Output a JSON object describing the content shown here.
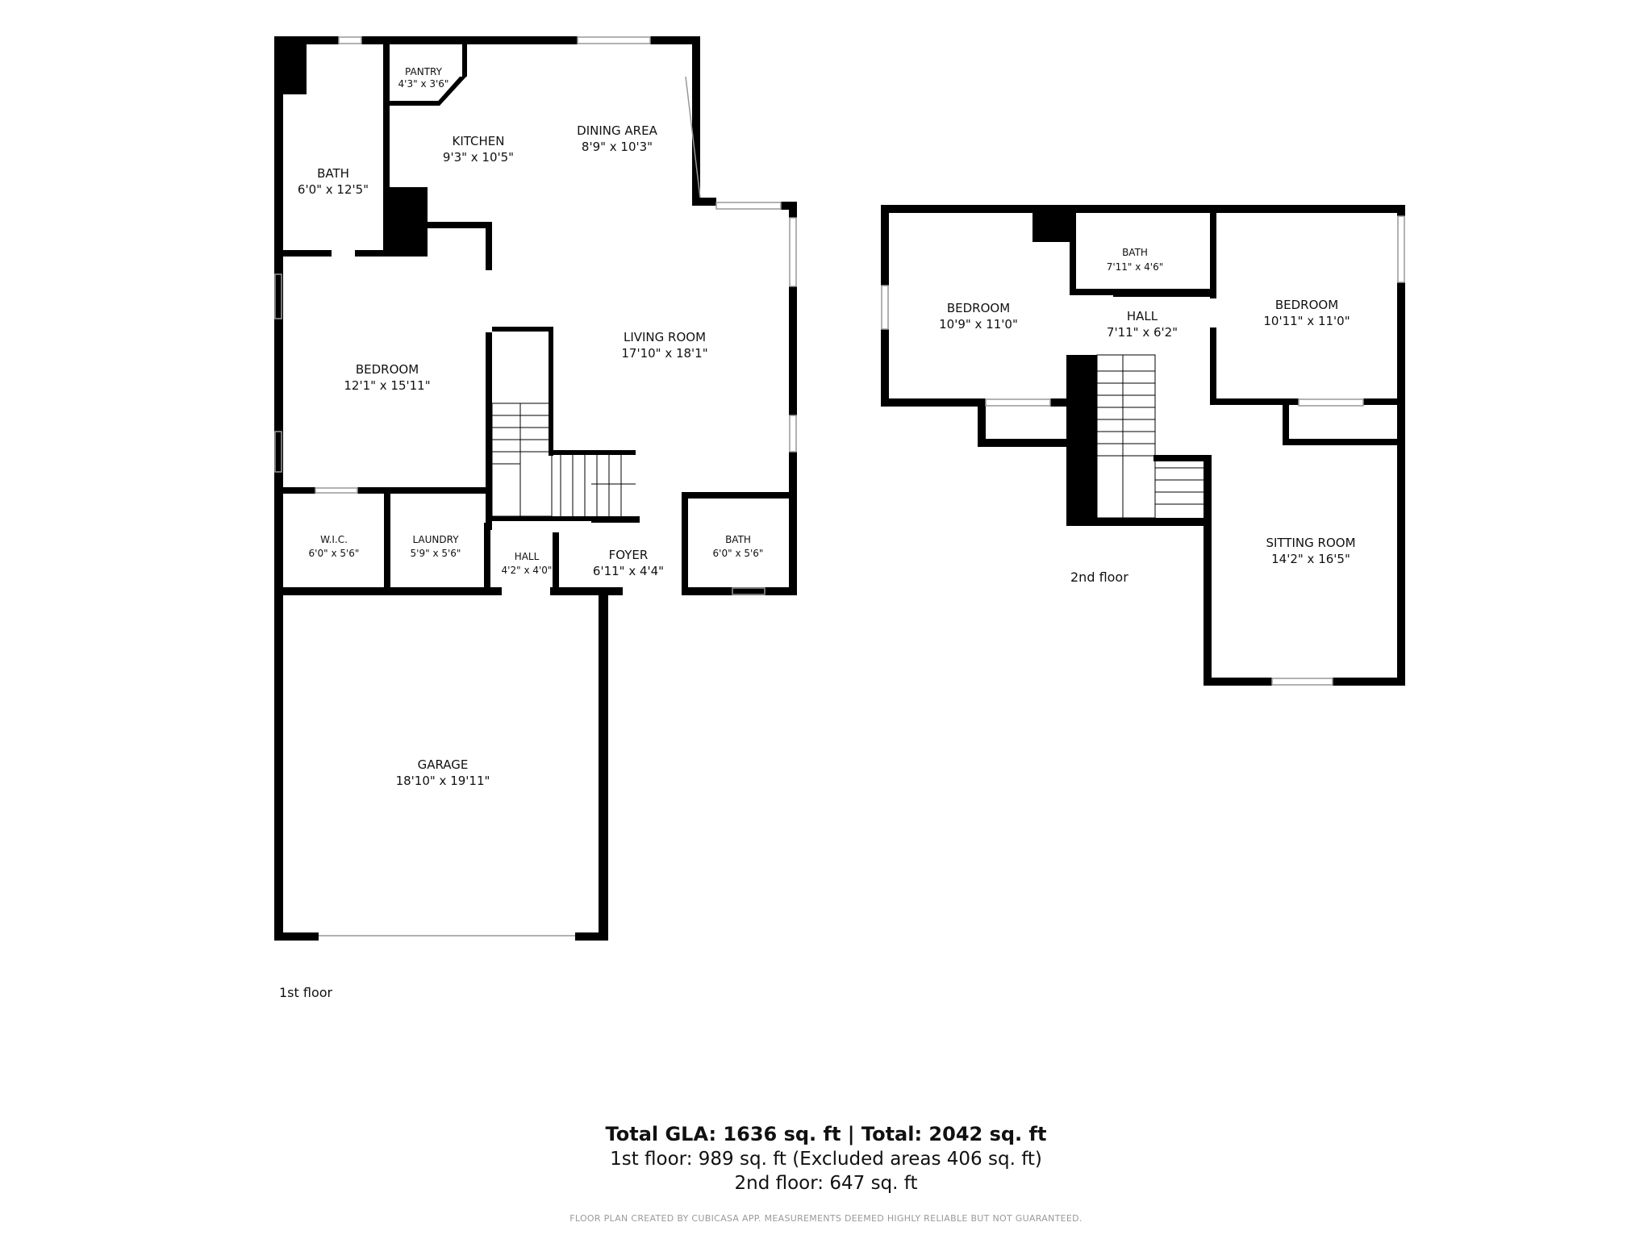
{
  "floors": [
    {
      "label": "1st floor",
      "rooms": [
        {
          "name": "BATH",
          "dims": "6'0\" x 12'5\""
        },
        {
          "name": "PANTRY",
          "dims": "4'3\" x 3'6\""
        },
        {
          "name": "KITCHEN",
          "dims": "9'3\" x 10'5\""
        },
        {
          "name": "DINING AREA",
          "dims": "8'9\" x 10'3\""
        },
        {
          "name": "BEDROOM",
          "dims": "12'1\" x 15'11\""
        },
        {
          "name": "LIVING ROOM",
          "dims": "17'10\" x 18'1\""
        },
        {
          "name": "W.I.C.",
          "dims": "6'0\" x 5'6\""
        },
        {
          "name": "LAUNDRY",
          "dims": "5'9\" x 5'6\""
        },
        {
          "name": "HALL",
          "dims": "4'2\" x 4'0\""
        },
        {
          "name": "FOYER",
          "dims": "6'11\" x 4'4\""
        },
        {
          "name": "BATH",
          "dims": "6'0\" x 5'6\""
        },
        {
          "name": "GARAGE",
          "dims": "18'10\" x 19'11\""
        }
      ]
    },
    {
      "label": "2nd floor",
      "rooms": [
        {
          "name": "BEDROOM",
          "dims": "10'9\" x 11'0\""
        },
        {
          "name": "BATH",
          "dims": "7'11\" x 4'6\""
        },
        {
          "name": "HALL",
          "dims": "7'11\" x 6'2\""
        },
        {
          "name": "BEDROOM",
          "dims": "10'11\" x 11'0\""
        },
        {
          "name": "SITTING ROOM",
          "dims": "14'2\" x 16'5\""
        }
      ]
    }
  ],
  "summary": {
    "title": "Total GLA: 1636 sq. ft | Total: 2042 sq. ft",
    "line1": "1st floor: 989 sq. ft (Excluded areas 406 sq. ft)",
    "line2": "2nd floor: 647 sq. ft"
  },
  "disclaimer": "FLOOR PLAN CREATED BY CUBICASA APP. MEASUREMENTS DEEMED HIGHLY RELIABLE BUT NOT GUARANTEED.",
  "colors": {
    "wall": "#000000",
    "background": "#ffffff",
    "window": "#bbbbbb"
  }
}
